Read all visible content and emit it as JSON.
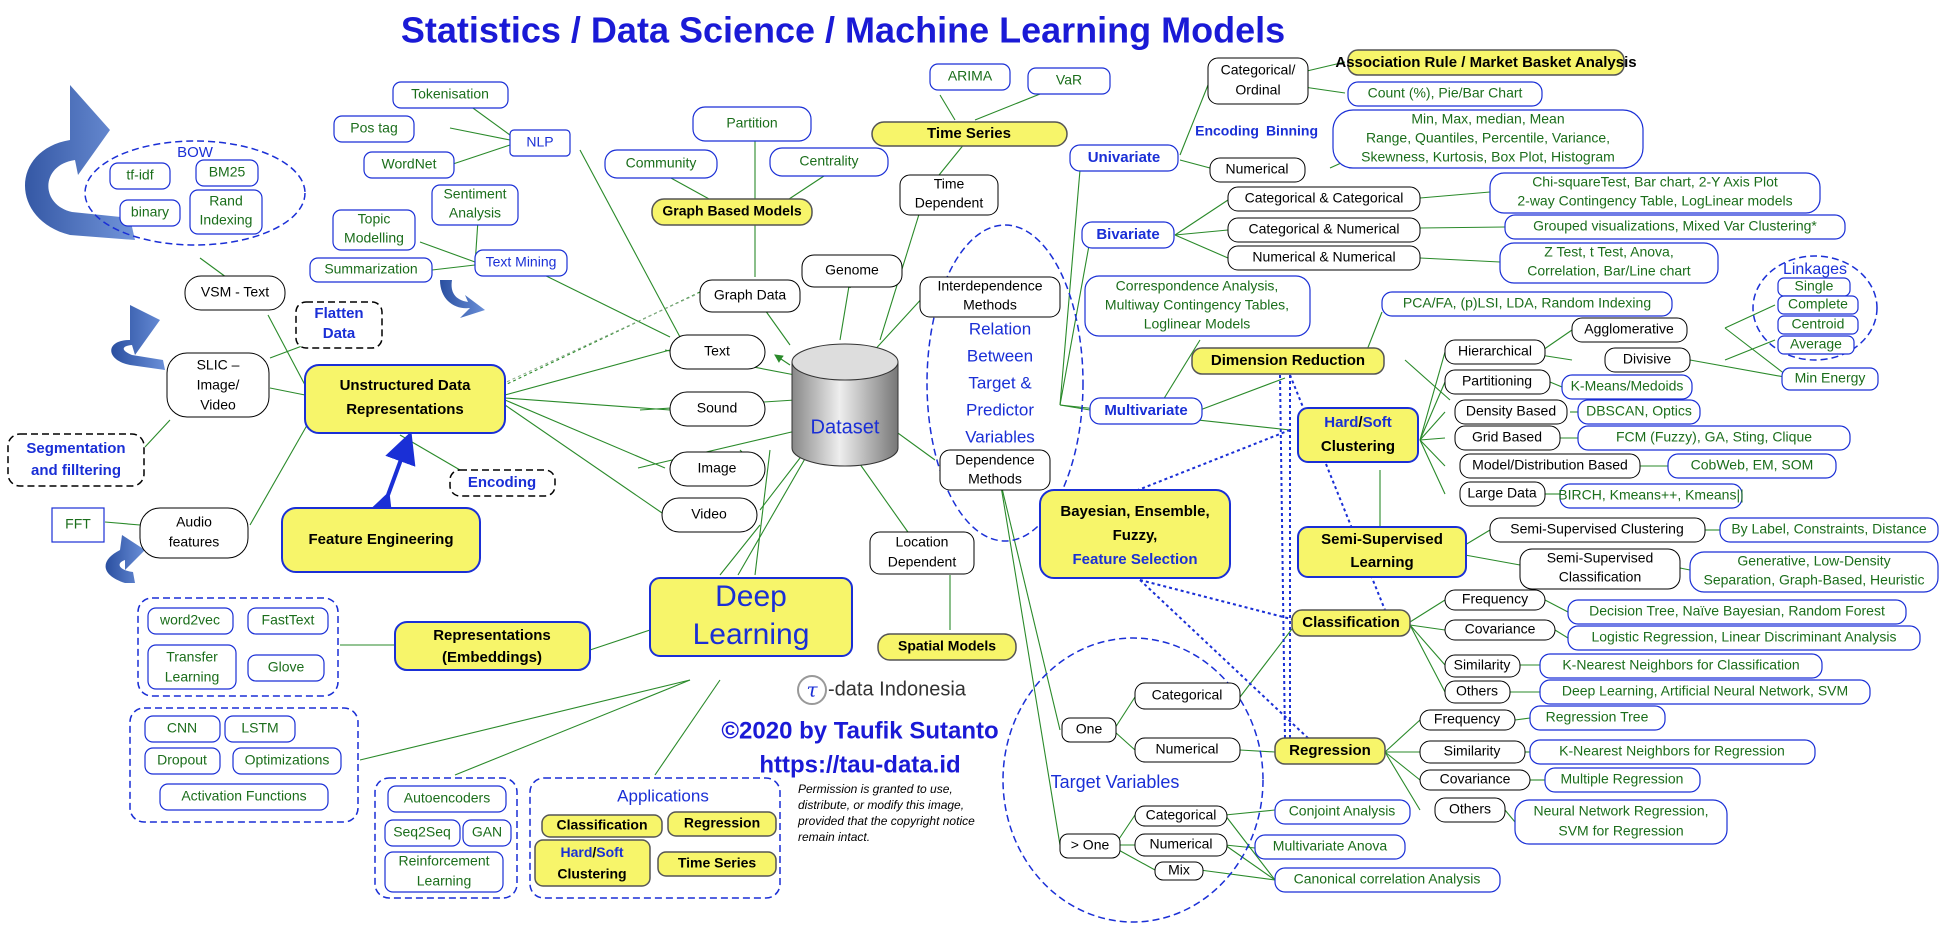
{
  "title": "Statistics / Data Science / Machine Learning Models",
  "center": "Dataset",
  "data_types": [
    "Text",
    "Sound",
    "Image",
    "Video",
    "Graph Data",
    "Genome"
  ],
  "unstructured": "Unstructured Data Representations",
  "feature_engineering": "Feature Engineering",
  "encoding": "Encoding",
  "flatten": [
    "Flatten",
    "Data"
  ],
  "vsm": "VSM - Text",
  "slic": [
    "SLIC –",
    "Image/",
    "Video"
  ],
  "segmentation": [
    "Segmentation",
    "and filltering"
  ],
  "audio": [
    "Audio",
    "features"
  ],
  "fft": "FFT",
  "bow": {
    "title": "BOW",
    "items": [
      "tf-idf",
      "BM25",
      "binary",
      "Rand",
      "Indexing"
    ]
  },
  "nlp": {
    "root": "NLP",
    "items": [
      "Tokenisation",
      "Pos tag",
      "WordNet"
    ]
  },
  "text_mining": {
    "root": "Text Mining",
    "sentiment": [
      "Sentiment",
      "Analysis"
    ],
    "topic": [
      "Topic",
      "Modelling"
    ],
    "summ": "Summarization"
  },
  "graph_models": {
    "root": "Graph Based Models",
    "items": [
      "Partition",
      "Community",
      "Centrality"
    ]
  },
  "time_series": {
    "root": "Time Series",
    "items": [
      "ARIMA",
      "VaR"
    ],
    "time_dep": [
      "Time",
      "Dependent"
    ]
  },
  "interdep": [
    "Interdependence",
    "Methods"
  ],
  "dependence": [
    "Dependence",
    "Methods"
  ],
  "relation": [
    "Relation",
    "Between",
    "Target &",
    "Predictor",
    "Variables"
  ],
  "location": [
    "Location",
    "Dependent"
  ],
  "spatial": "Spatial Models",
  "univariate": {
    "root": "Univariate",
    "cat": [
      "Categorical/",
      "Ordinal"
    ],
    "num": "Numerical",
    "enc": "Encoding",
    "bin": "Binning",
    "arm": "Association Rule / Market Basket Analysis",
    "count": "Count (%), Pie/Bar Chart",
    "stats": [
      "Min, Max, median, Mean",
      "Range, Quantiles, Percentile, Variance,",
      "Skewness, Kurtosis, Box Plot, Histogram"
    ]
  },
  "bivariate": {
    "root": "Bivariate",
    "items": [
      "Categorical & Categorical",
      "Categorical & Numerical",
      "Numerical & Numerical"
    ],
    "r1": [
      "Chi-squareTest, Bar chart, 2-Y Axis Plot",
      "2-way Contingency Table, LogLinear models"
    ],
    "r2": "Grouped visualizations, Mixed Var Clustering*",
    "r3": [
      "Z Test, t Test, Anova,",
      "Correlation, Bar/Line chart"
    ]
  },
  "multivariate": {
    "root": "Multivariate",
    "corr": [
      "Correspondence Analysis,",
      "Multiway Contingency Tables,",
      "Loglinear Models"
    ]
  },
  "dim_red": {
    "root": "Dimension Reduction",
    "items": "PCA/FA, (p)LSI, LDA, Random Indexing"
  },
  "clustering": {
    "root": [
      "Hard/Soft",
      "Clustering"
    ],
    "types": [
      "Hierarchical",
      "Partitioning",
      "Density Based",
      "Grid Based",
      "Model/Distribution Based",
      "Large Data"
    ],
    "agg": "Agglomerative",
    "div": "Divisive",
    "part": "K-Means/Medoids",
    "dens": "DBSCAN, Optics",
    "grid": "FCM (Fuzzy), GA, Sting, Clique",
    "model": "CobWeb, EM, SOM",
    "large": "BIRCH, Kmeans++, Kmeans||",
    "linkages": {
      "title": "Linkages",
      "items": [
        "Single",
        "Complete",
        "Centroid",
        "Average"
      ]
    },
    "minE": "Min Energy"
  },
  "semi": {
    "root": [
      "Semi-Supervised",
      "Learning"
    ],
    "c": "Semi-Supervised Clustering",
    "cr": "By Label, Constraints, Distance",
    "cl": [
      "Semi-Supervised",
      "Classification"
    ],
    "clr": [
      "Generative, Low-Density",
      "Separation, Graph-Based, Heuristic"
    ]
  },
  "bayes": [
    "Bayesian, Ensemble,",
    "Fuzzy,",
    "Feature Selection"
  ],
  "classification": {
    "root": "Classification",
    "types": [
      "Frequency",
      "Covariance",
      "Similarity",
      "Others"
    ],
    "res": [
      "Decision Tree, Naïve Bayesian, Random Forest",
      "Logistic Regression, Linear Discriminant Analysis",
      "K-Nearest Neighbors for Classification",
      "Deep Learning, Artificial Neural Network, SVM"
    ]
  },
  "regression": {
    "root": "Regression",
    "types": [
      "Frequency",
      "Similarity",
      "Covariance",
      "Others"
    ],
    "res": [
      "Regression Tree",
      "K-Nearest Neighbors for Regression",
      "Multiple Regression"
    ],
    "others": [
      "Neural Network Regression,",
      "SVM for Regression"
    ]
  },
  "target": {
    "title": "Target Variables",
    "one": "One",
    "gt": "> One",
    "cat": "Categorical",
    "num": "Numerical",
    "cat2": "Categorical",
    "num2": "Numerical",
    "mix": "Mix",
    "conj": "Conjoint Analysis",
    "manova": "Multivariate Anova",
    "cca": "Canonical correlation Analysis"
  },
  "deep": {
    "root": [
      "Deep",
      "Learning"
    ],
    "rep": [
      "Representations",
      "(Embeddings)"
    ],
    "emb": [
      "word2vec",
      "FastText",
      "Transfer",
      "Learning",
      "Glove"
    ],
    "nets": [
      "CNN",
      "LSTM",
      "Dropout",
      "Optimizations",
      "Activation Functions"
    ],
    "gen": [
      "Autoencoders",
      "Seq2Seq",
      "GAN",
      "Reinforcement",
      "Learning"
    ],
    "apps": {
      "title": "Applications",
      "items": [
        "Classification",
        "Regression",
        "Hard",
        "Soft",
        "Clustering",
        "Time Series"
      ]
    }
  },
  "logo": "-data Indonesia",
  "copyright": "©2020 by Taufik Sutanto",
  "url": "https://tau-data.id",
  "permission": [
    "Permission is granted to use,",
    "distribute, or modify this image,",
    "provided that the copyright notice",
    "remain intact."
  ],
  "colors": {
    "blue": "#1a2fd6",
    "yellow": "#f7f56a",
    "green": "#1b6e1b"
  }
}
